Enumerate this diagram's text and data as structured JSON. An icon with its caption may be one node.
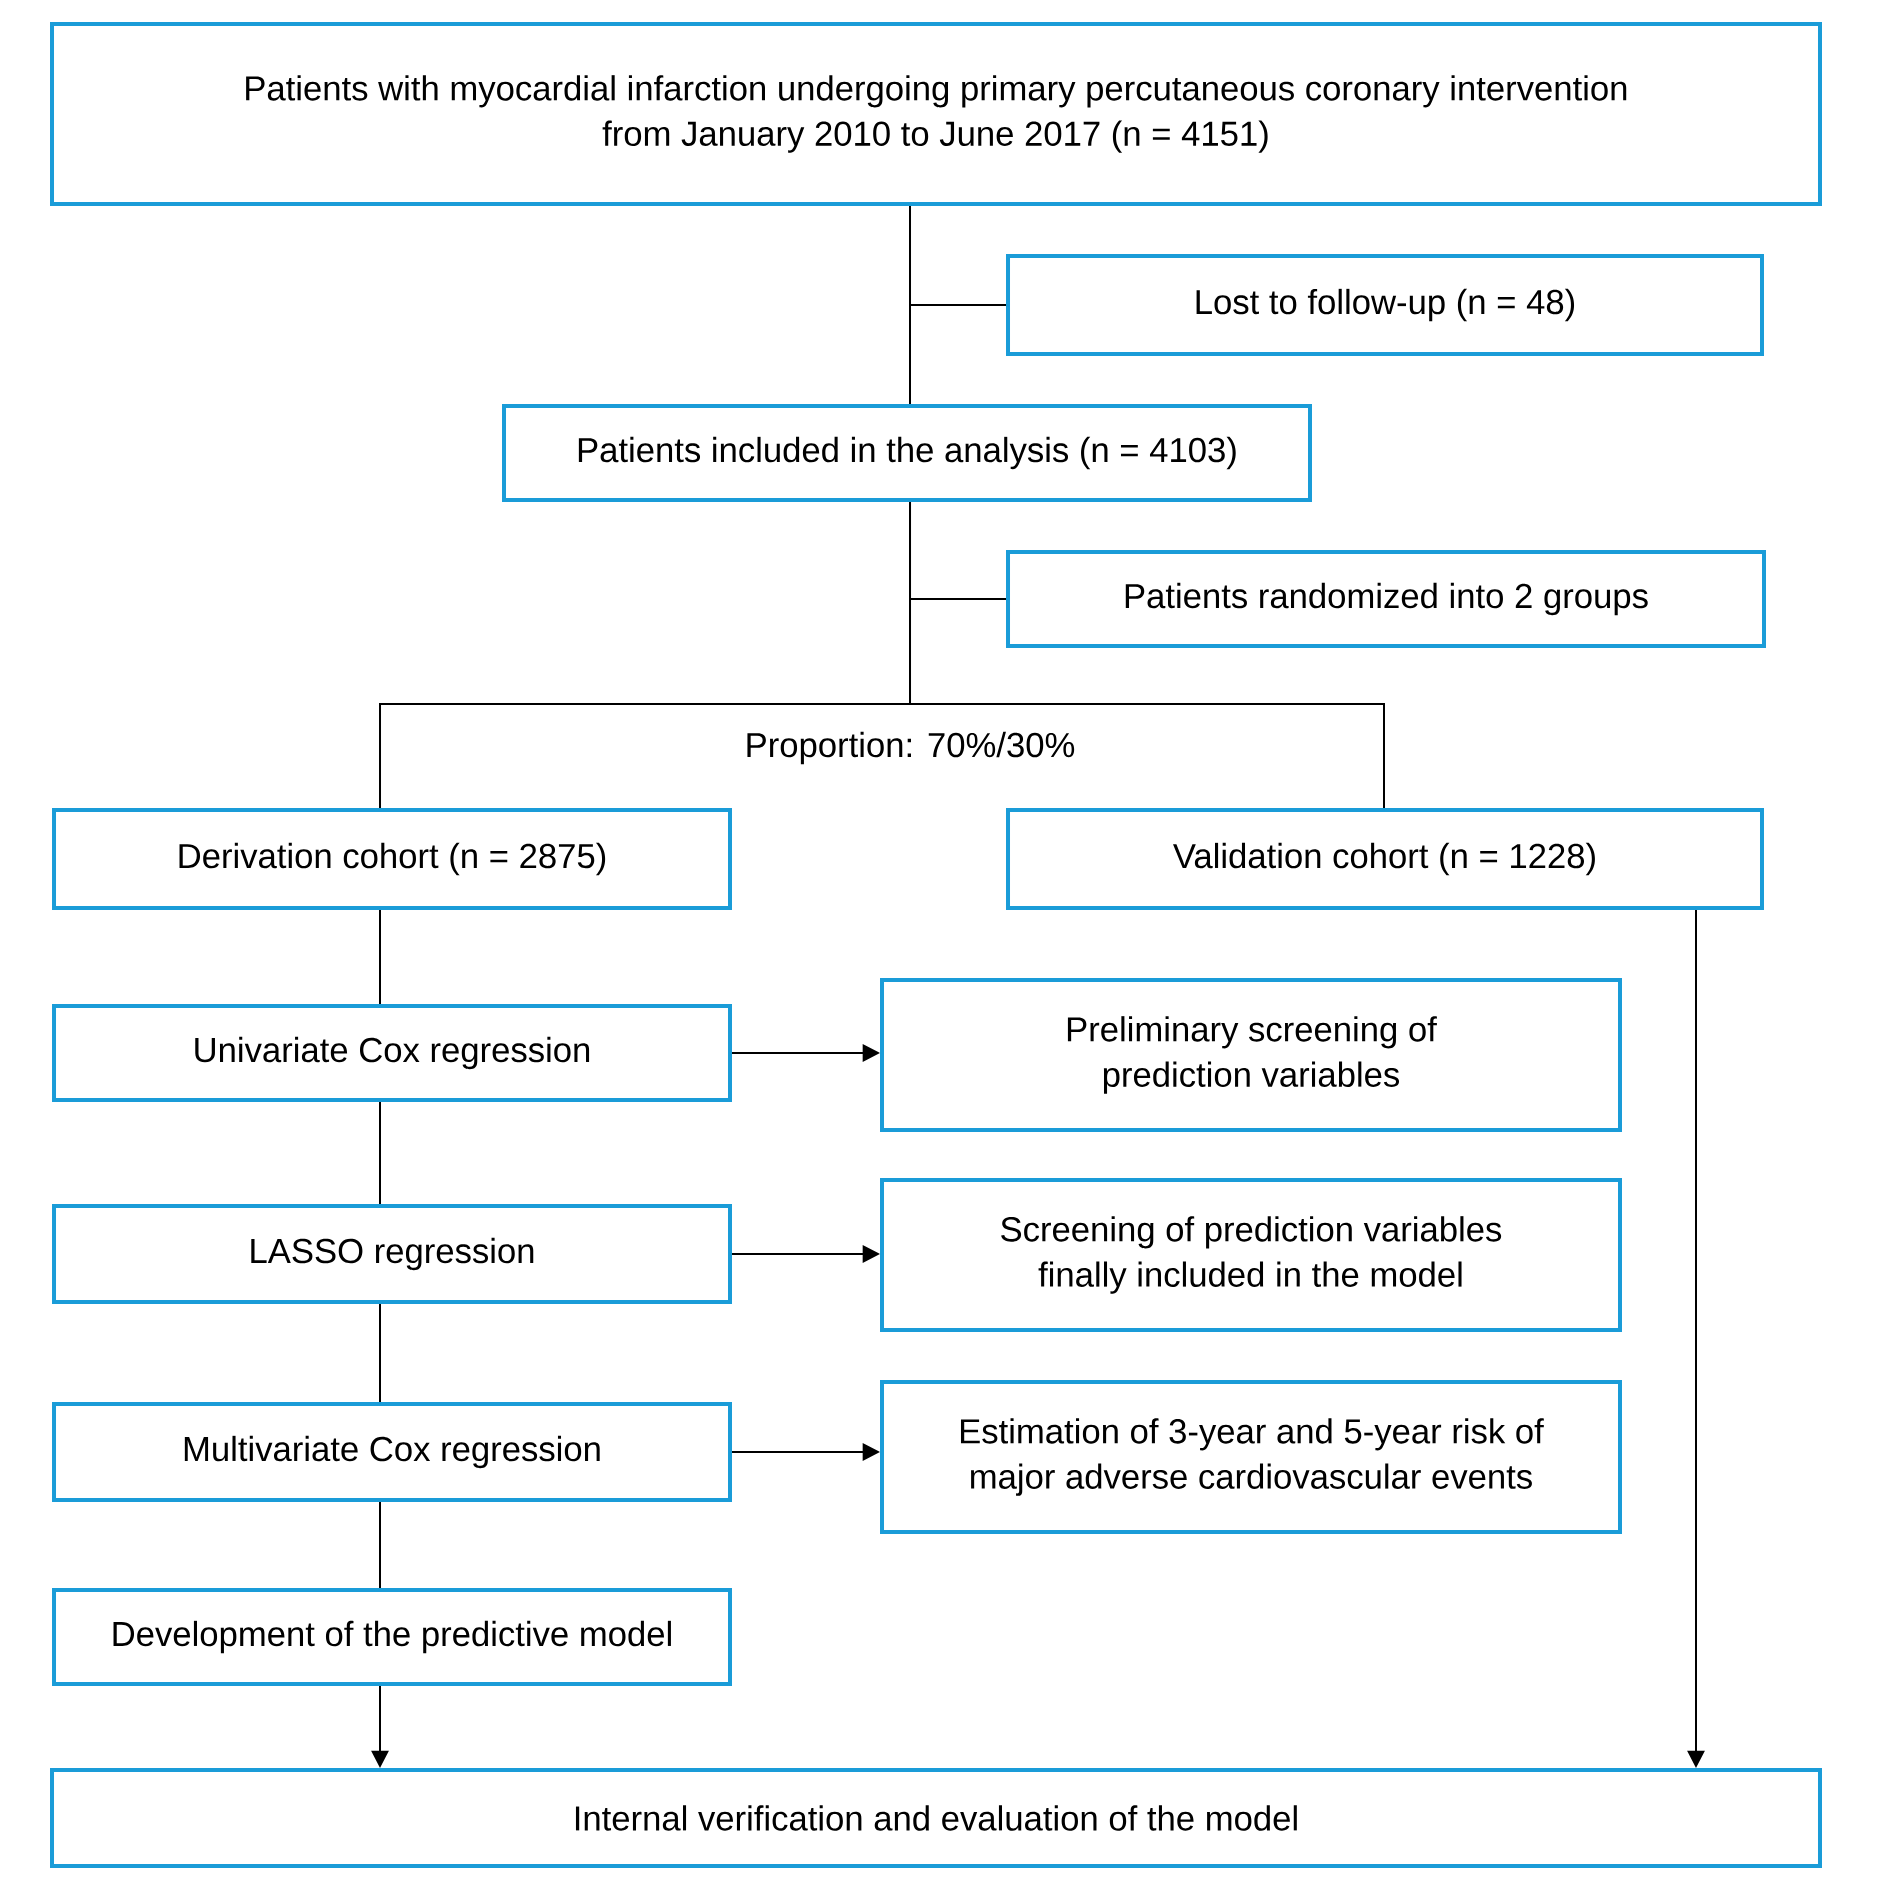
{
  "diagram": {
    "nodes": [
      {
        "text": [
          "Patients with myocardial infarction undergoing primary percutaneous coronary intervention from January 2010 to June 2017 (n = 4151)"
        ]
      },
      {
        "text": [
          "Lost to follow-up (n = 48)"
        ]
      },
      {
        "text": [
          "Patients included in the analysis (n = 4103)"
        ]
      },
      {
        "text": [
          "Patients randomized into 2 groups"
        ]
      },
      {
        "text": [
          "Derivation cohort (n = 2875)"
        ]
      },
      {
        "text": [
          "Validation cohort (n = 1228)"
        ]
      },
      {
        "text": [
          "Univariate Cox regression"
        ]
      },
      {
        "text": [
          "Preliminary screening of prediction variables"
        ]
      },
      {
        "text": [
          "LASSO regression"
        ]
      },
      {
        "text": [
          "Screening of prediction variables finally included in the model"
        ]
      },
      {
        "text": [
          "Multivariate Cox regression"
        ]
      },
      {
        "text": [
          "Estimation of 3-year and 5-year risk of major adverse cardiovascular events"
        ]
      },
      {
        "text": [
          "Development of the predictive model"
        ]
      },
      {
        "text": [
          "Internal verification and evaluation of the model"
        ]
      }
    ],
    "edges": [
      {
        "from": 0,
        "to": 2,
        "arrow": "none"
      },
      {
        "from": 0,
        "to": 1,
        "arrow": "none"
      },
      {
        "from": 2,
        "to": 3,
        "arrow": "none"
      },
      {
        "from": 2,
        "to": 4,
        "arrow": "none"
      },
      {
        "from": 2,
        "to": 5,
        "arrow": "none"
      },
      {
        "from": 4,
        "to": 6,
        "arrow": "none"
      },
      {
        "from": 6,
        "to": 7,
        "arrow": "to"
      },
      {
        "from": 6,
        "to": 8,
        "arrow": "none"
      },
      {
        "from": 8,
        "to": 9,
        "arrow": "to"
      },
      {
        "from": 8,
        "to": 10,
        "arrow": "none"
      },
      {
        "from": 10,
        "to": 11,
        "arrow": "to"
      },
      {
        "from": 10,
        "to": 12,
        "arrow": "none"
      },
      {
        "from": 12,
        "to": 13,
        "arrow": "to"
      },
      {
        "from": 5,
        "to": 13,
        "arrow": "to"
      }
    ],
    "labels": [
      "Proportion: 70%/30%"
    ]
  }
}
